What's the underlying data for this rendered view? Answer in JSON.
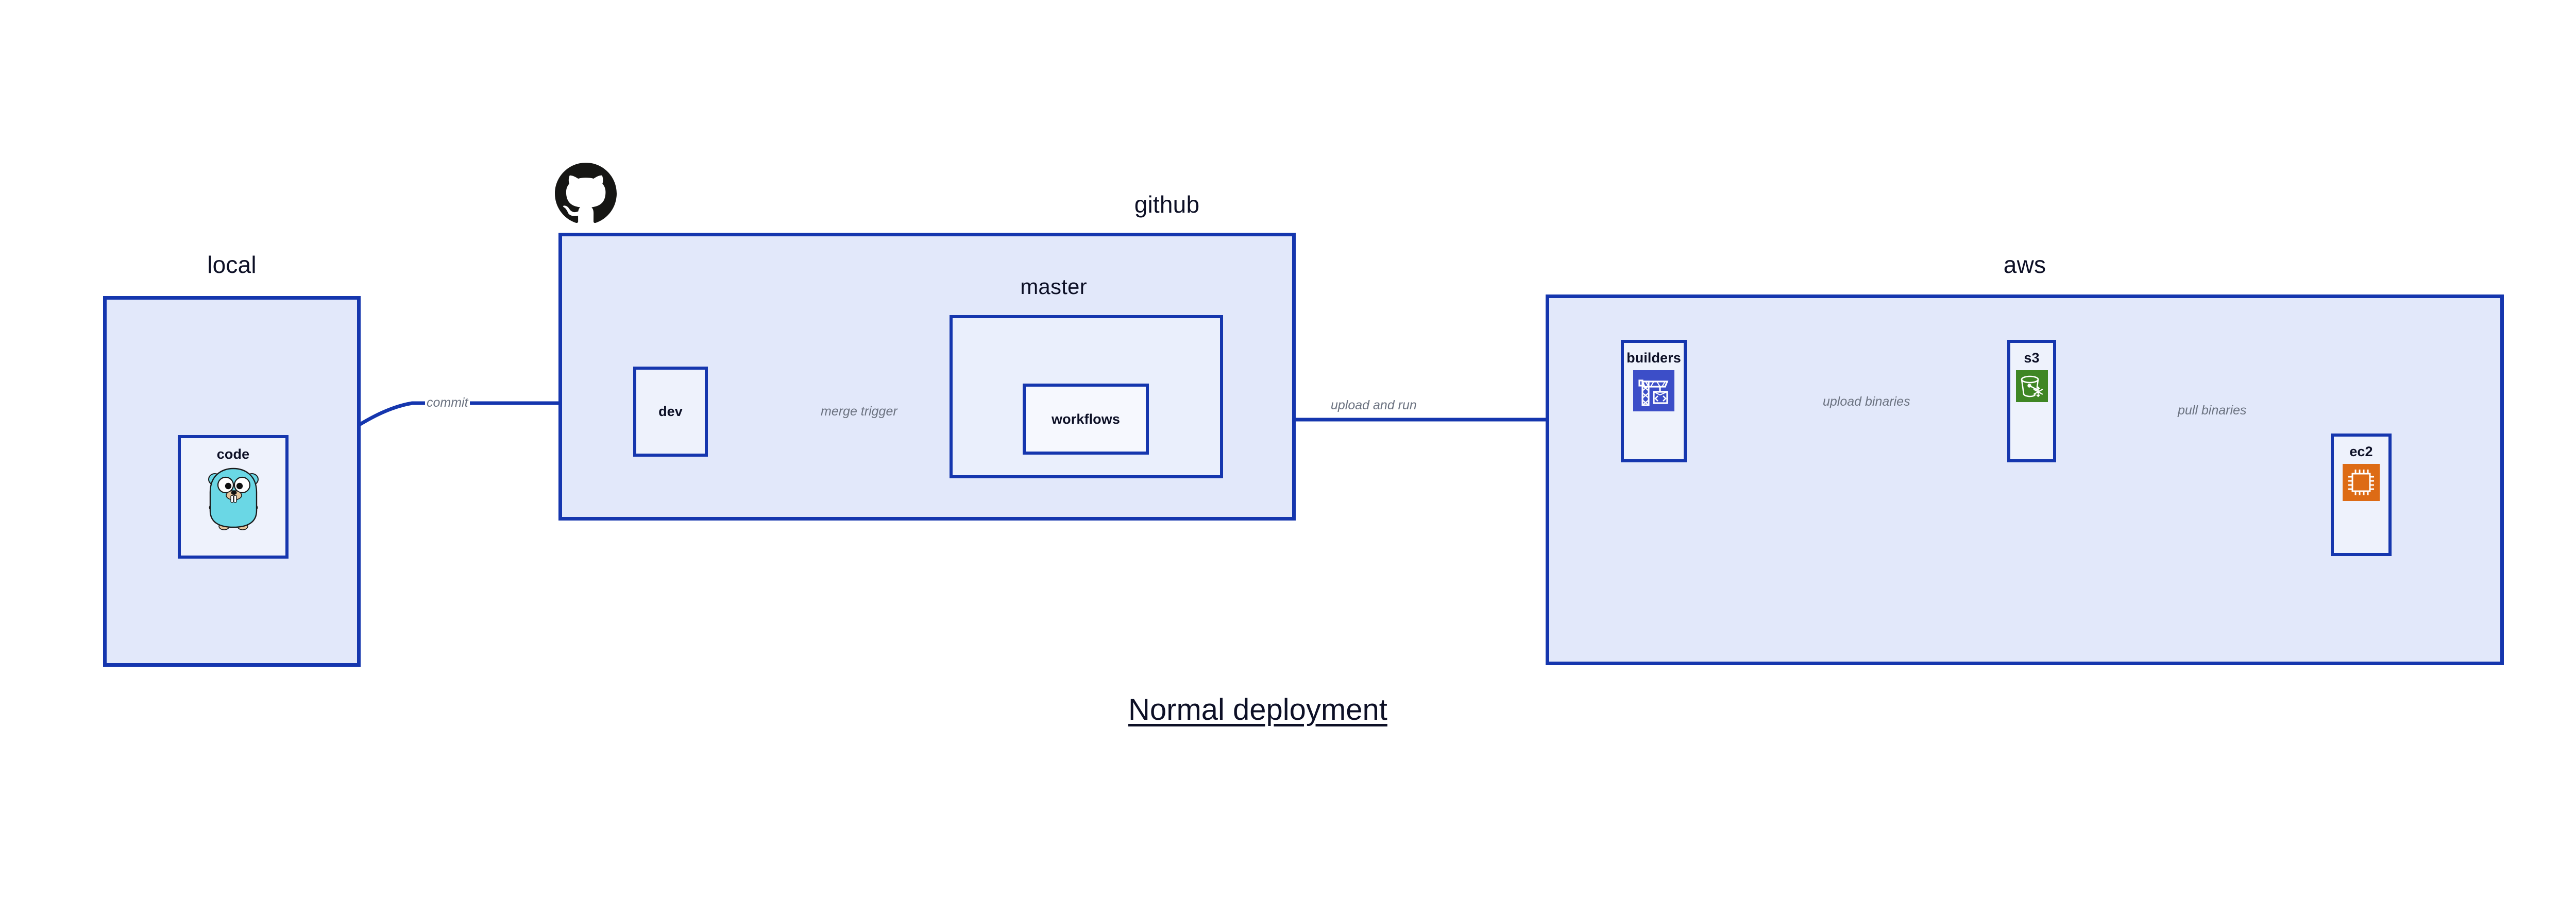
{
  "diagram": {
    "title": "Normal deployment",
    "colors": {
      "cluster_fill": "#e2e8fa",
      "subcluster_fill": "#eaeffc",
      "node_fill": "#eef2fc",
      "border": "#1536ae",
      "edge": "#1536ae",
      "edge_label": "#6b7280",
      "text": "#0d1026",
      "codebuild_orange_blue": "#3c4ec8",
      "s3_glacier_green": "#3f8624",
      "ec2_orange": "#dd6b15",
      "go_gopher_cyan": "#6ad7e5",
      "github_black": "#161614"
    }
  },
  "clusters": [
    {
      "id": "local",
      "label": "local"
    },
    {
      "id": "github",
      "label": "github"
    },
    {
      "id": "aws",
      "label": "aws"
    }
  ],
  "subclusters": [
    {
      "id": "master",
      "label": "master",
      "parent": "github"
    }
  ],
  "nodes": [
    {
      "id": "code",
      "label": "code",
      "icon": "go-gopher-icon",
      "parent": "local"
    },
    {
      "id": "dev",
      "label": "dev",
      "icon": null,
      "parent": "github"
    },
    {
      "id": "workflows",
      "label": "workflows",
      "icon": null,
      "parent": "master"
    },
    {
      "id": "builders",
      "label": "builders",
      "icon": "aws-codebuild-icon",
      "parent": "aws"
    },
    {
      "id": "s3",
      "label": "s3",
      "icon": "aws-s3-glacier-icon",
      "parent": "aws"
    },
    {
      "id": "ec2",
      "label": "ec2",
      "icon": "aws-ec2-icon",
      "parent": "aws"
    }
  ],
  "edges": [
    {
      "id": "e1",
      "from": "code",
      "to": "dev",
      "label": "commit"
    },
    {
      "id": "e2",
      "from": "dev",
      "to": "workflows",
      "label": "merge trigger"
    },
    {
      "id": "e3",
      "from": "workflows",
      "to": "builders",
      "label": "upload and run"
    },
    {
      "id": "e4",
      "from": "builders",
      "to": "s3",
      "label": "upload binaries"
    },
    {
      "id": "e5",
      "from": "s3",
      "to": "ec2",
      "label": "pull binaries"
    }
  ],
  "logos": [
    {
      "id": "github-logo",
      "name": "github-octocat-icon"
    }
  ]
}
